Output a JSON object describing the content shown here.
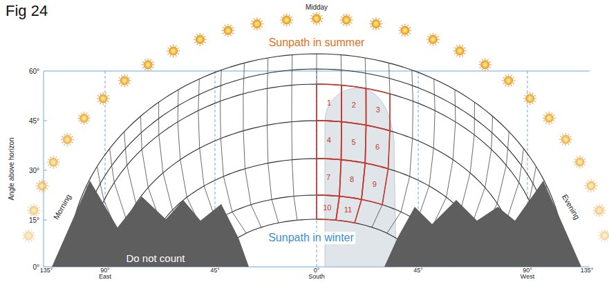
{
  "diagram": {
    "title": "Fig 24",
    "labels": [
      "Midday",
      "Sunpath in summer",
      "60°",
      "45°",
      "30°",
      "15°",
      "0°",
      "Angle above horizon",
      "Morning",
      "Evening",
      "1",
      "2",
      "3",
      "4",
      "5",
      "6",
      "7",
      "8",
      "9",
      "10",
      "11",
      "Sunpath in winter",
      "Do not count",
      "135°",
      "90°",
      "45°",
      "0°",
      "45°",
      "90°",
      "135°",
      "East",
      "South",
      "West"
    ]
  }
}
